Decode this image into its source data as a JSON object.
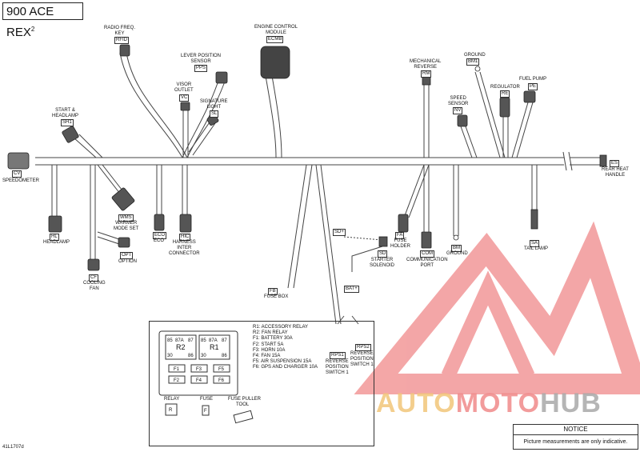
{
  "title": {
    "text": "900 ACE REX",
    "sup": "2"
  },
  "connectors": [
    {
      "code": "CV",
      "name": "SPEEDOMETER"
    },
    {
      "code": "RFID",
      "name": "RADIO FREQ.\nKEY"
    },
    {
      "code": "SH1",
      "name": "START &\nHEADLAMP"
    },
    {
      "code": "PPS",
      "name": "LEVER POSITION\nSENSOR"
    },
    {
      "code": "VC",
      "name": "VISOR\nOUTLET"
    },
    {
      "code": "SL",
      "name": "SIGNATURE\nLIGHT"
    },
    {
      "code": "ECMB",
      "name": "ENGINE CONTROL\nMODULE"
    },
    {
      "code": "RM",
      "name": "MECHANICAL\nREVERSE"
    },
    {
      "code": "BM1",
      "name": "GROUND"
    },
    {
      "code": "NV",
      "name": "SPEED\nSENSOR"
    },
    {
      "code": "RE",
      "name": "REGULATOR"
    },
    {
      "code": "PE",
      "name": "FUEL PUMP"
    },
    {
      "code": "ES",
      "name": "REAR HEAT\nHANDLE"
    },
    {
      "code": "HL",
      "name": "HEADLAMP"
    },
    {
      "code": "WMS",
      "name": "WARMER\nMODE SET"
    },
    {
      "code": "OPT",
      "name": "OPTION"
    },
    {
      "code": "CF",
      "name": "COOLING\nFAN"
    },
    {
      "code": "ECO",
      "name": "ECO"
    },
    {
      "code": "HIC",
      "name": "HARNESS\nINTER\nCONNECTOR"
    },
    {
      "code": "SD+",
      "name": ""
    },
    {
      "code": "SD",
      "name": "STARTER\nSOLENOID"
    },
    {
      "code": "BAT+",
      "name": ""
    },
    {
      "code": "FA",
      "name": "FUSE\nHOLDER"
    },
    {
      "code": "COM",
      "name": "COMMUNICATION\nPORT"
    },
    {
      "code": "BM",
      "name": "GROUND"
    },
    {
      "code": "SA",
      "name": "TAIL LAMP"
    },
    {
      "code": "FB",
      "name": "FUSE BOX"
    },
    {
      "code": "RPS1",
      "name": "REVERSE\nPOSITION\nSWITCH 1"
    },
    {
      "code": "RPS2",
      "name": "REVERSE\nPOSITION\nSWITCH 1"
    }
  ],
  "fuse_box": {
    "legend": [
      "R1: ACCESSORY RELAY",
      "R2: FAN RELAY",
      "F1: BATTERY 30A",
      "F2: START 5A",
      "F3: HORN 10A",
      "F4: FAN 15A",
      "F5: AIR SUSPENSION 15A",
      "F6: GPS AND CHARGER 10A"
    ],
    "relays": [
      {
        "name": "R2",
        "pins_top": [
          "85",
          "87A",
          "87"
        ],
        "pins_bottom": [
          "30",
          "86"
        ]
      },
      {
        "name": "R1",
        "pins_top": [
          "85",
          "87A",
          "87"
        ],
        "pins_bottom": [
          "30",
          "86"
        ]
      }
    ],
    "fuses": [
      "F1",
      "F3",
      "F5",
      "F2",
      "F4",
      "F6"
    ],
    "parts": [
      {
        "title": "RELAY",
        "code": "R"
      },
      {
        "title": "FUSE",
        "code": "F"
      },
      {
        "title": "FUSE PULLER\nTOOL",
        "code": ""
      }
    ]
  },
  "watermark": {
    "text": "AUTOMOTOHUB",
    "part1": "AUTO",
    "part2": "MOTO",
    "part3": "HUB",
    "color1": "#f2c67a",
    "color2": "#f08a8a",
    "color3": "#a9a9a9"
  },
  "notice": {
    "title": "NOTICE",
    "text": "Picture measurements are only indicative."
  },
  "doc_id": "41L1707d"
}
